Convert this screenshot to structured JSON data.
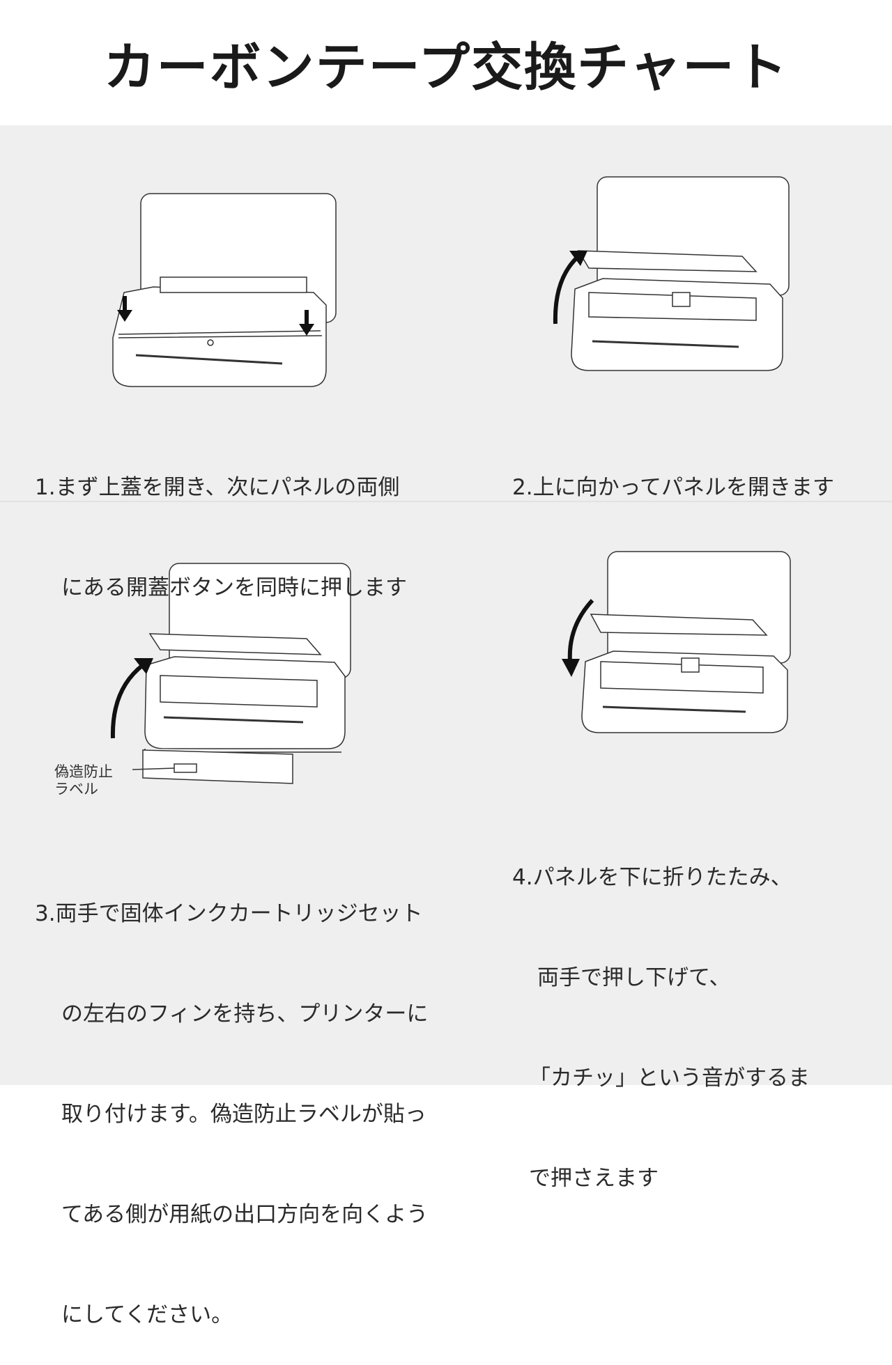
{
  "title": "カーボンテープ交換チャート",
  "steps": [
    {
      "lines": [
        "1.まず上蓋を開き、次にパネルの両側",
        "にある開蓋ボタンを同時に押します"
      ]
    },
    {
      "lines": [
        "2.上に向かってパネルを開きます"
      ]
    },
    {
      "lines": [
        "3.両手で固体インクカートリッジセット",
        "の左右のフィンを持ち、プリンターに",
        "取り付けます。偽造防止ラベルが貼っ",
        "てある側が用紙の出口方向を向くよう",
        "にしてください。"
      ]
    },
    {
      "lines": [
        "4.パネルを下に折りたたみ、",
        "両手で押し下げて、",
        "「カチッ」という音がするま",
        "で押さえます"
      ]
    }
  ],
  "anti_counterfeit_label": [
    "偽造防止",
    "ラベル"
  ]
}
